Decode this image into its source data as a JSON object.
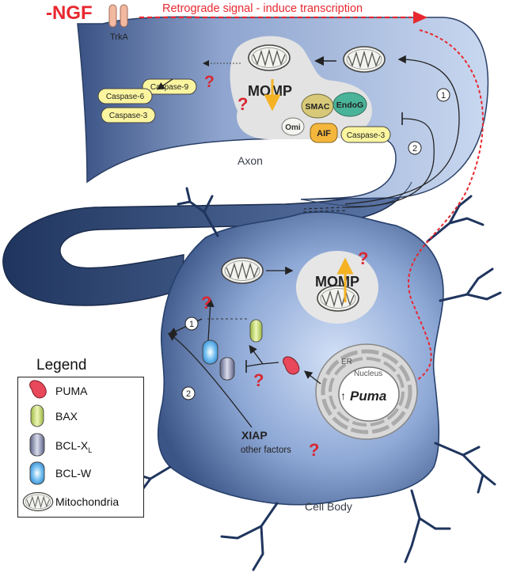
{
  "diagram": {
    "ngf_label": "-NGF",
    "trka_label": "TrkA",
    "retrograde_label": "Retrograde signal - induce transcription",
    "axon_label": "Axon",
    "cell_body_label": "Cell Body",
    "caspase9": "Caspase-9",
    "caspase6": "Caspase-6",
    "caspase3_axon": "Caspase-3",
    "caspase3_released": "Caspase-3",
    "momp_axon": "MOMP",
    "momp_soma": "MOMP",
    "smac": "SMAC",
    "endog": "EndoG",
    "omi": "Omi",
    "aif": "AIF",
    "question": "?",
    "step1": "1",
    "step2": "2",
    "er_label": "ER",
    "nucleus_label": "Nucleus",
    "puma_gene_arrow": "↑",
    "puma_gene": "Puma",
    "xiap": "XIAP",
    "other_factors": "other factors"
  },
  "legend": {
    "title": "Legend",
    "items": [
      {
        "label": "PUMA",
        "icon": "puma-icon",
        "color": "#e8485a"
      },
      {
        "label": "BAX",
        "icon": "bax-icon",
        "color": "#c7de6c"
      },
      {
        "label": "BCL-X",
        "sub": "L",
        "icon": "bclxl-icon",
        "color": "#8f96b8"
      },
      {
        "label": "BCL-W",
        "icon": "bclw-icon",
        "color": "#3f9de0"
      },
      {
        "label": "Mitochondria",
        "icon": "mitochondria-icon",
        "color": "#9aa08a"
      }
    ]
  },
  "colors": {
    "neuron_dark": "#2f4a78",
    "neuron_light": "#c3d3ee",
    "signal_red": "#e8282f",
    "caspase_yellow": "#fbf5a0",
    "momp_arrow": "#f5b324",
    "smac": "#d8c978",
    "endog": "#4ab49a",
    "aif": "#f4b73c"
  }
}
